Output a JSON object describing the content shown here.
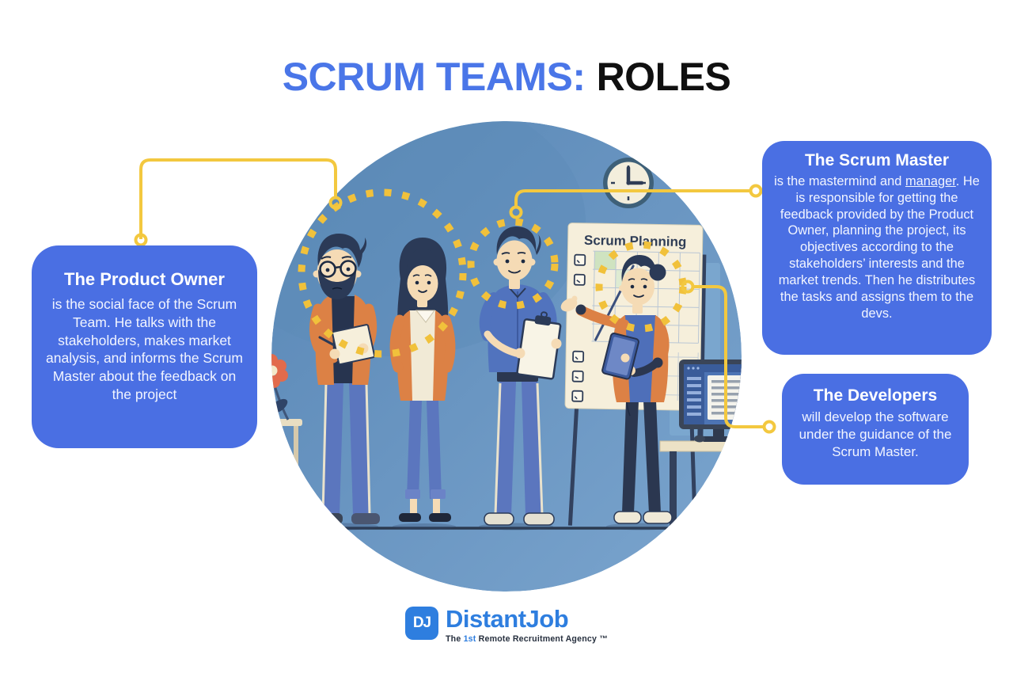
{
  "title": {
    "highlight": "SCRUM TEAMS:",
    "rest": "ROLES"
  },
  "colors": {
    "accent_yellow": "#F1C13B",
    "callout_blue": "#4A6FE3",
    "title_blue": "#4A76E8",
    "title_black": "#101010",
    "illustration_background_blue": "#6390BE",
    "logo_blue": "#2E7EDF"
  },
  "callouts": {
    "product_owner": {
      "heading": "The Product Owner",
      "body": "is the social face of the Scrum Team. He talks with the stakeholders, makes market analysis, and informs the Scrum Master about the feedback on the project"
    },
    "scrum_master": {
      "heading": "The Scrum Master",
      "body_before": "is the mastermind and ",
      "body_underlined": "manager",
      "body_after": ". He is responsible for getting the feedback provided by the Product Owner, planning the project, its objectives according to the stakeholders’ interests and the market trends. Then he distributes the tasks and assigns them to the devs."
    },
    "developers": {
      "heading": "The Developers",
      "body": "will develop the software under the guidance of the Scrum Master."
    }
  },
  "illustration": {
    "board_title": "Scrum Planning"
  },
  "logo": {
    "monogram": "DJ",
    "name": "DistantJob",
    "tagline_part1": "The ",
    "tagline_highlight": "1st",
    "tagline_part2": " Remote Recruitment Agency ™"
  }
}
